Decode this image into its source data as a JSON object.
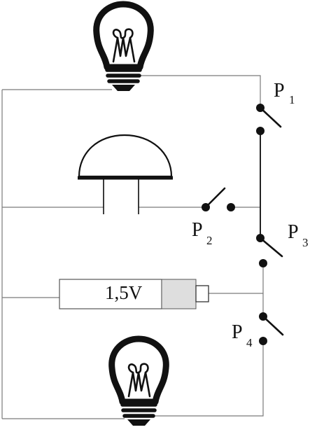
{
  "labels": {
    "p1": {
      "main": "P",
      "sub": "1"
    },
    "p2": {
      "main": "P",
      "sub": "2"
    },
    "p3": {
      "main": "P",
      "sub": "3"
    },
    "p4": {
      "main": "P",
      "sub": "4"
    }
  },
  "battery": {
    "voltage": "1,5V"
  },
  "colors": {
    "ink": "#111111",
    "wire": "#7a7a7a",
    "battery_positive_fill": "#dedede",
    "background": "#ffffff"
  }
}
